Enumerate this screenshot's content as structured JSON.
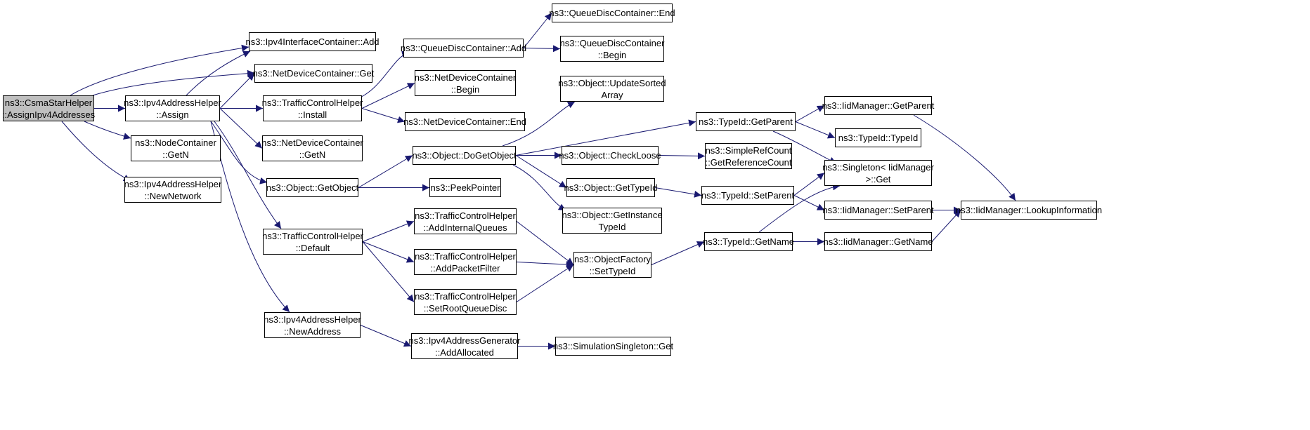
{
  "colors": {
    "edge": "#191970",
    "root_fill": "#bfbfbf",
    "node_fill": "#ffffff",
    "border": "#000000"
  },
  "nodes": [
    {
      "id": "n0",
      "lines": [
        "ns3::CsmaStarHelper",
        "::AssignIpv4Addresses"
      ],
      "root": true
    },
    {
      "id": "n1",
      "lines": [
        "ns3::Ipv4InterfaceContainer::Add"
      ]
    },
    {
      "id": "n2",
      "lines": [
        "ns3::NetDeviceContainer::Get"
      ]
    },
    {
      "id": "n3",
      "lines": [
        "ns3::Ipv4AddressHelper",
        "::Assign"
      ]
    },
    {
      "id": "n4",
      "lines": [
        "ns3::NodeContainer",
        "::GetN"
      ]
    },
    {
      "id": "n5",
      "lines": [
        "ns3::Ipv4AddressHelper",
        "::NewNetwork"
      ]
    },
    {
      "id": "n6",
      "lines": [
        "ns3::TrafficControlHelper",
        "::Install"
      ]
    },
    {
      "id": "n7",
      "lines": [
        "ns3::NetDeviceContainer",
        "::GetN"
      ]
    },
    {
      "id": "n8",
      "lines": [
        "ns3::Object::GetObject"
      ]
    },
    {
      "id": "n9",
      "lines": [
        "ns3::TrafficControlHelper",
        "::Default"
      ]
    },
    {
      "id": "n10",
      "lines": [
        "ns3::Ipv4AddressHelper",
        "::NewAddress"
      ]
    },
    {
      "id": "n11",
      "lines": [
        "ns3::QueueDiscContainer::Add"
      ]
    },
    {
      "id": "n12",
      "lines": [
        "ns3::NetDeviceContainer",
        "::Begin"
      ]
    },
    {
      "id": "n13",
      "lines": [
        "ns3::NetDeviceContainer::End"
      ]
    },
    {
      "id": "n14",
      "lines": [
        "ns3::Object::DoGetObject"
      ]
    },
    {
      "id": "n15",
      "lines": [
        "ns3::PeekPointer"
      ]
    },
    {
      "id": "n16",
      "lines": [
        "ns3::TrafficControlHelper",
        "::AddInternalQueues"
      ]
    },
    {
      "id": "n17",
      "lines": [
        "ns3::TrafficControlHelper",
        "::AddPacketFilter"
      ]
    },
    {
      "id": "n18",
      "lines": [
        "ns3::TrafficControlHelper",
        "::SetRootQueueDisc"
      ]
    },
    {
      "id": "n19",
      "lines": [
        "ns3::Ipv4AddressGenerator",
        "::AddAllocated"
      ]
    },
    {
      "id": "n20",
      "lines": [
        "ns3::QueueDiscContainer::End"
      ]
    },
    {
      "id": "n21",
      "lines": [
        "ns3::QueueDiscContainer",
        "::Begin"
      ]
    },
    {
      "id": "n22",
      "lines": [
        "ns3::Object::UpdateSorted",
        "Array"
      ]
    },
    {
      "id": "n23",
      "lines": [
        "ns3::Object::CheckLoose"
      ]
    },
    {
      "id": "n24",
      "lines": [
        "ns3::Object::GetTypeId"
      ]
    },
    {
      "id": "n25",
      "lines": [
        "ns3::Object::GetInstance",
        "TypeId"
      ]
    },
    {
      "id": "n26",
      "lines": [
        "ns3::ObjectFactory",
        "::SetTypeId"
      ]
    },
    {
      "id": "n27",
      "lines": [
        "ns3::SimulationSingleton::Get"
      ]
    },
    {
      "id": "n28",
      "lines": [
        "ns3::TypeId::GetParent"
      ]
    },
    {
      "id": "n29",
      "lines": [
        "ns3::SimpleRefCount",
        "::GetReferenceCount"
      ]
    },
    {
      "id": "n30",
      "lines": [
        "ns3::TypeId::SetParent"
      ]
    },
    {
      "id": "n31",
      "lines": [
        "ns3::TypeId::GetName"
      ]
    },
    {
      "id": "n32",
      "lines": [
        "ns3::IidManager::GetParent"
      ]
    },
    {
      "id": "n33",
      "lines": [
        "ns3::TypeId::TypeId"
      ]
    },
    {
      "id": "n34",
      "lines": [
        "ns3::Singleton< IidManager",
        " >::Get"
      ]
    },
    {
      "id": "n35",
      "lines": [
        "ns3::IidManager::SetParent"
      ]
    },
    {
      "id": "n36",
      "lines": [
        "ns3::IidManager::GetName"
      ]
    },
    {
      "id": "n37",
      "lines": [
        "ns3::IidManager::LookupInformation"
      ]
    }
  ],
  "edges": [
    [
      "n0",
      "n1"
    ],
    [
      "n0",
      "n2"
    ],
    [
      "n0",
      "n3"
    ],
    [
      "n0",
      "n4"
    ],
    [
      "n0",
      "n5"
    ],
    [
      "n3",
      "n1"
    ],
    [
      "n3",
      "n2"
    ],
    [
      "n3",
      "n6"
    ],
    [
      "n3",
      "n7"
    ],
    [
      "n3",
      "n8"
    ],
    [
      "n3",
      "n9"
    ],
    [
      "n3",
      "n10"
    ],
    [
      "n6",
      "n11"
    ],
    [
      "n6",
      "n12"
    ],
    [
      "n6",
      "n13"
    ],
    [
      "n8",
      "n14"
    ],
    [
      "n8",
      "n15"
    ],
    [
      "n9",
      "n16"
    ],
    [
      "n9",
      "n17"
    ],
    [
      "n9",
      "n18"
    ],
    [
      "n10",
      "n19"
    ],
    [
      "n11",
      "n20"
    ],
    [
      "n11",
      "n21"
    ],
    [
      "n14",
      "n22"
    ],
    [
      "n14",
      "n28"
    ],
    [
      "n14",
      "n23"
    ],
    [
      "n14",
      "n24"
    ],
    [
      "n14",
      "n25"
    ],
    [
      "n16",
      "n26"
    ],
    [
      "n17",
      "n26"
    ],
    [
      "n18",
      "n26"
    ],
    [
      "n19",
      "n27"
    ],
    [
      "n23",
      "n29"
    ],
    [
      "n24",
      "n30"
    ],
    [
      "n26",
      "n31"
    ],
    [
      "n28",
      "n32"
    ],
    [
      "n28",
      "n33"
    ],
    [
      "n28",
      "n34"
    ],
    [
      "n30",
      "n34"
    ],
    [
      "n30",
      "n35"
    ],
    [
      "n31",
      "n34"
    ],
    [
      "n31",
      "n36"
    ],
    [
      "n32",
      "n37"
    ],
    [
      "n35",
      "n37"
    ],
    [
      "n36",
      "n37"
    ]
  ]
}
